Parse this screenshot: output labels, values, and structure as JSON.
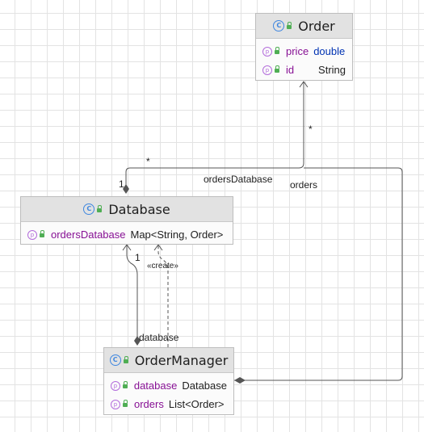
{
  "classes": {
    "order": {
      "name": "Order",
      "fields": [
        {
          "name": "price",
          "type": "double"
        },
        {
          "name": "id",
          "type": "String"
        }
      ]
    },
    "database": {
      "name": "Database",
      "fields": [
        {
          "name": "ordersDatabase",
          "type": "Map<String, Order>"
        }
      ]
    },
    "ordermanager": {
      "name": "OrderManager",
      "fields": [
        {
          "name": "database",
          "type": "Database"
        },
        {
          "name": "orders",
          "type": "List<Order>"
        }
      ]
    }
  },
  "icons": {
    "class_badge": "C",
    "property_badge": "p"
  },
  "relations": {
    "ordersdatabase": {
      "label": "ordersDatabase",
      "source_multiplicity": "1",
      "target_multiplicity": "*"
    },
    "orders": {
      "label": "orders",
      "target_multiplicity": "*"
    },
    "database": {
      "label": "database",
      "multiplicity": "1"
    },
    "create": {
      "label": "«create»"
    }
  },
  "colors": {
    "header_bg": "#e2e2e2",
    "class_icon": "#3f87e0",
    "property_icon": "#b36cdb",
    "visibility_icon": "#4fae54",
    "field_name": "#871094",
    "keyword_type": "#0033b3"
  }
}
